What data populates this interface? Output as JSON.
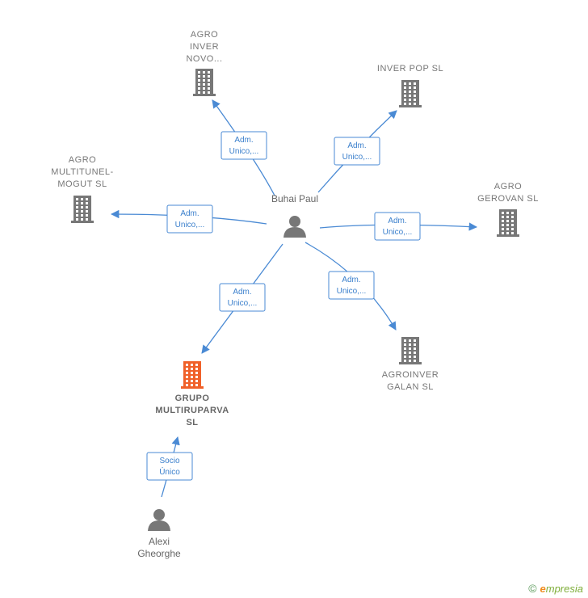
{
  "colors": {
    "edge": "#4a8ad4",
    "building": "#777777",
    "building_main": "#f0612a",
    "person": "#777777"
  },
  "companies": [
    {
      "id": "agro-inver-novo",
      "lines": [
        "AGRO",
        "INVER",
        "NOVO..."
      ],
      "main": false,
      "icon": "building-icon"
    },
    {
      "id": "inver-pop",
      "lines": [
        "INVER POP  SL"
      ],
      "main": false,
      "icon": "building-icon"
    },
    {
      "id": "agro-multitunel",
      "lines": [
        "AGRO",
        "MULTITUNEL-",
        "MOGUT  SL"
      ],
      "main": false,
      "icon": "building-icon"
    },
    {
      "id": "agro-gerovan",
      "lines": [
        "AGRO",
        "GEROVAN  SL"
      ],
      "main": false,
      "icon": "building-icon"
    },
    {
      "id": "agroinver-galan",
      "lines": [
        "AGROINVER",
        "GALAN  SL"
      ],
      "main": false,
      "icon": "building-icon"
    },
    {
      "id": "grupo-multiruparva",
      "lines": [
        "GRUPO",
        "MULTIRUPARVA",
        "SL"
      ],
      "main": true,
      "icon": "building-icon"
    }
  ],
  "people": [
    {
      "id": "buhai-paul",
      "lines": [
        "Buhai Paul"
      ],
      "icon": "person-icon"
    },
    {
      "id": "alexi-gheorghe",
      "lines": [
        "Alexi",
        "Gheorghe"
      ],
      "icon": "person-icon"
    }
  ],
  "relations": [
    {
      "from": "buhai-paul",
      "to": "agro-inver-novo",
      "label": [
        "Adm.",
        "Unico,..."
      ]
    },
    {
      "from": "buhai-paul",
      "to": "inver-pop",
      "label": [
        "Adm.",
        "Unico,..."
      ]
    },
    {
      "from": "buhai-paul",
      "to": "agro-multitunel",
      "label": [
        "Adm.",
        "Unico,..."
      ]
    },
    {
      "from": "buhai-paul",
      "to": "agro-gerovan",
      "label": [
        "Adm.",
        "Unico,..."
      ]
    },
    {
      "from": "buhai-paul",
      "to": "agroinver-galan",
      "label": [
        "Adm.",
        "Unico,..."
      ]
    },
    {
      "from": "buhai-paul",
      "to": "grupo-multiruparva",
      "label": [
        "Adm.",
        "Unico,..."
      ]
    },
    {
      "from": "alexi-gheorghe",
      "to": "grupo-multiruparva",
      "label": [
        "Socio",
        "Único"
      ]
    }
  ],
  "brand": {
    "copyright": "©",
    "e": "e",
    "rest": "mpresia"
  }
}
